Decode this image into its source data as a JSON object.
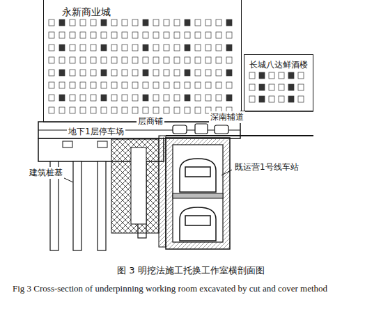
{
  "diagram": {
    "caption": "图 3 明挖法施工托换工作室横剖面图",
    "nodes": [
      {
        "text": [
          "永新商业城"
        ]
      },
      {
        "text": [
          "长城八达鲜酒楼"
        ]
      }
    ],
    "labels": [
      "深南辅道",
      "地下1层停车场",
      "层商铺",
      "建筑桩基",
      "既运营1号线车站",
      "Fig 3 Cross-section of underpinning working room excavated by cut and cover method"
    ]
  }
}
